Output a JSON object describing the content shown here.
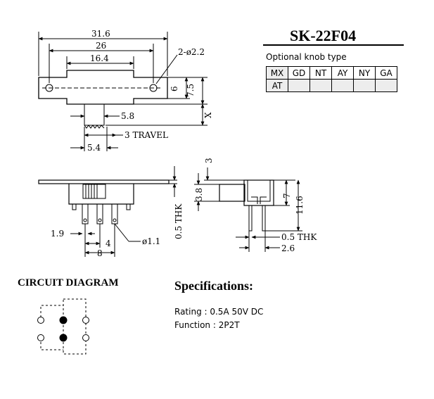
{
  "model": "SK-22F04",
  "knob": {
    "caption": "Optional knob type",
    "row1": [
      "MX",
      "GD",
      "NT",
      "AY",
      "NY",
      "GA"
    ],
    "row2": [
      "AT",
      "",
      "",
      "",
      "",
      ""
    ]
  },
  "top_view": {
    "overall_width": "31.6",
    "hole_pitch": "26",
    "body_width": "16.4",
    "hole_callout": "2-ø2.2",
    "frame_height": "6",
    "total_height": "7.5",
    "x_label": "X",
    "knob_width": "5.8",
    "travel": "3 TRAVEL",
    "knob_offset": "5.4"
  },
  "front_view": {
    "terminal_offset": "1.9",
    "pin_pitch": "4",
    "pin_span": "8",
    "pin_diameter": "ø1.1",
    "thickness": "0.5 THK"
  },
  "side_view": {
    "top_dim": "3",
    "knob_height": "3.8",
    "body_height": "7",
    "total_height": "11.6",
    "pin_thickness": "0.5 THK",
    "pin_offset": "2.6"
  },
  "circuit": {
    "title": "CIRCUIT DIAGRAM"
  },
  "specs": {
    "title": "Specifications:",
    "rating": "Rating : 0.5A 50V DC",
    "function": "Function : 2P2T"
  }
}
